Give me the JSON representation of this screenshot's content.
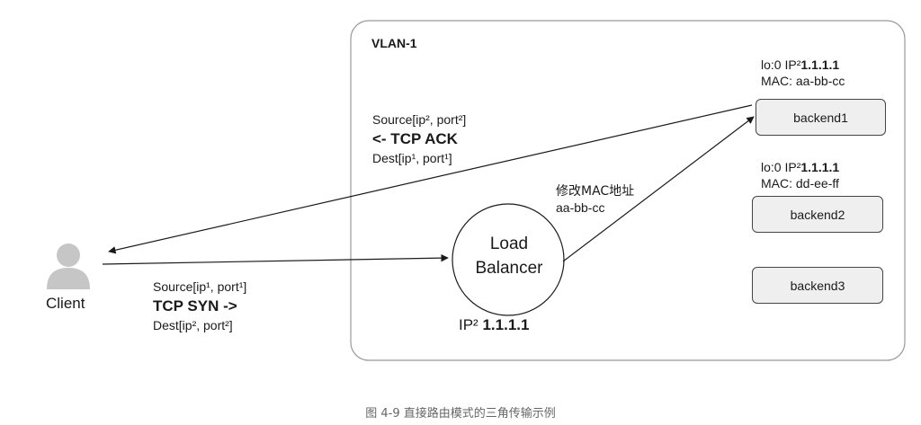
{
  "vlan": {
    "label": "VLAN-1"
  },
  "client": {
    "label": "Client",
    "icon": "person-icon"
  },
  "load_balancer": {
    "line1": "Load",
    "line2": "Balancer",
    "ip_prefix": "IP²",
    "ip": "1.1.1.1"
  },
  "backends": [
    {
      "name": "backend1",
      "lo_prefix": "lo:0 IP²",
      "lo_ip": "1.1.1.1",
      "mac": "MAC: aa-bb-cc"
    },
    {
      "name": "backend2",
      "lo_prefix": "lo:0 IP²",
      "lo_ip": "1.1.1.1",
      "mac": "MAC: dd-ee-ff"
    },
    {
      "name": "backend3"
    }
  ],
  "syn_packet": {
    "source": "Source[ip¹, port¹]",
    "label": "TCP SYN ->",
    "dest": "Dest[ip², port²]"
  },
  "ack_packet": {
    "source": "Source[ip², port²]",
    "label": "<- TCP ACK",
    "dest": "Dest[ip¹, port¹]"
  },
  "mac_rewrite": {
    "line1": "修改MAC地址",
    "line2": "aa-bb-cc"
  },
  "caption": "图 4-9 直接路由模式的三角传输示例",
  "colors": {
    "line": "#1a1a1a",
    "box_fill": "#efefef",
    "client_icon": "#c6c6c6"
  }
}
